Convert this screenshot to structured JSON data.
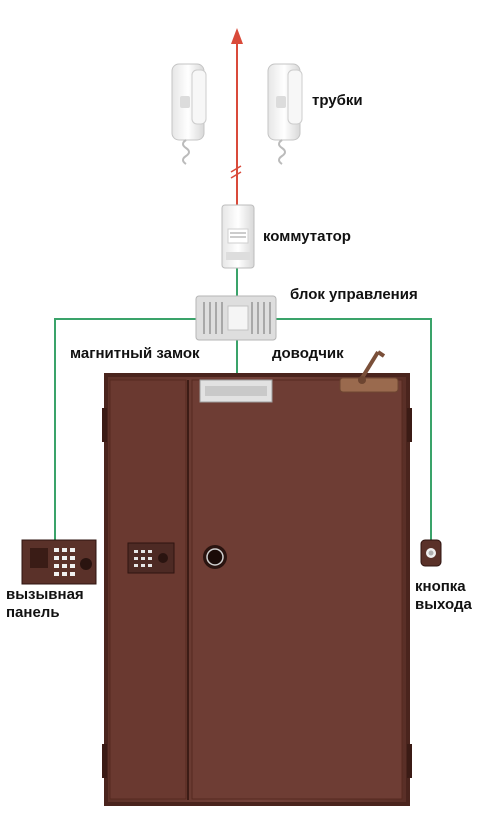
{
  "labels": {
    "handsets": "трубки",
    "switch": "коммутатор",
    "control_unit": "блок управления",
    "magnetic_lock": "магнитный замок",
    "door_closer": "доводчик",
    "call_panel_line1": "вызывная",
    "call_panel_line2": "панель",
    "exit_button_line1": "кнопка",
    "exit_button_line2": "выхода"
  },
  "colors": {
    "wire_red": "#d94a3a",
    "wire_green": "#3aa36a",
    "door_brown": "#6b3a30",
    "door_dark": "#4a241d",
    "device_white": "#f2f2f2"
  }
}
